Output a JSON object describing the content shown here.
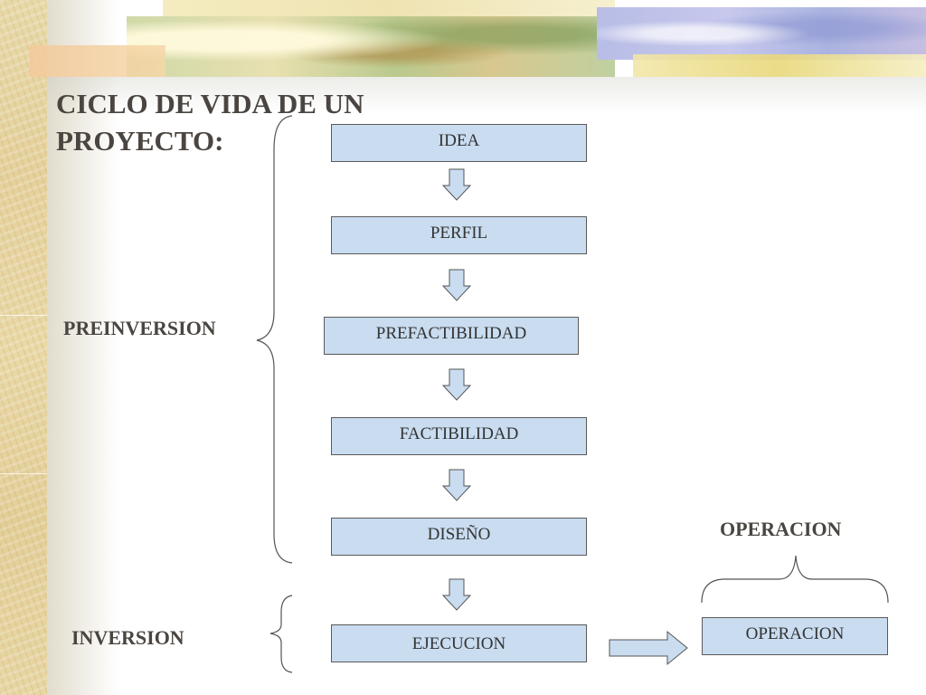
{
  "slide": {
    "title": "CICLO DE VIDA DE UN PROYECTO:",
    "preinversion_label": "PREINVERSION",
    "inversion_label": "INVERSION",
    "operacion_header": "OPERACION"
  },
  "stages": {
    "idea": "IDEA",
    "perfil": "PERFIL",
    "prefactibilidad": "PREFACTIBILIDAD",
    "factibilidad": "FACTIBILIDAD",
    "diseno": "DISEÑO",
    "ejecucion": "EJECUCION",
    "operacion": "OPERACION"
  },
  "colors": {
    "box_fill": "#c9dcf0",
    "box_border": "#5a5a5a",
    "arrow_fill": "#c9dcf0",
    "text": "#4a4540"
  }
}
